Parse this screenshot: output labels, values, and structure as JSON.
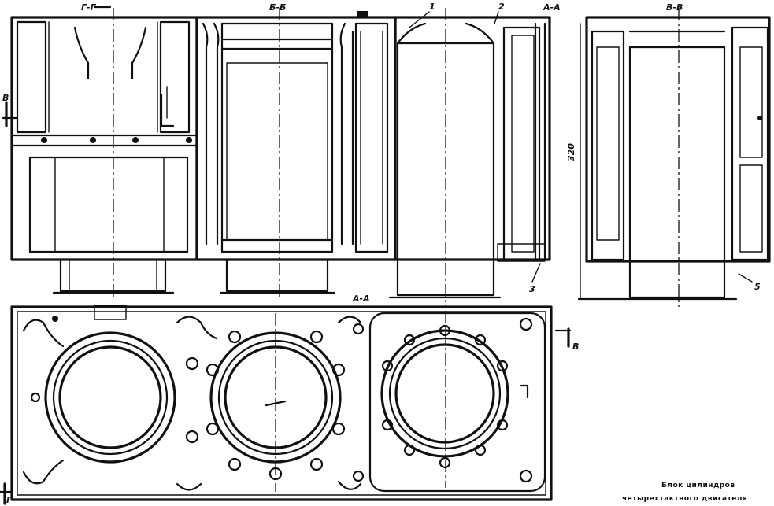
{
  "labels": {
    "section_g": "Г-Г",
    "section_b": "Б-Б",
    "section_a_top": "А-А",
    "section_v": "В-В",
    "section_a_bottom": "А-А",
    "mark_v_left": "В",
    "mark_v_right": "В",
    "mark_g_bottom": "Г",
    "callout_1": "1",
    "callout_2": "2",
    "callout_3": "3",
    "callout_5": "5",
    "dim_height": "320"
  },
  "caption": {
    "line1": "Блок цилиндров",
    "line2": "четырехтактного двигателя"
  }
}
